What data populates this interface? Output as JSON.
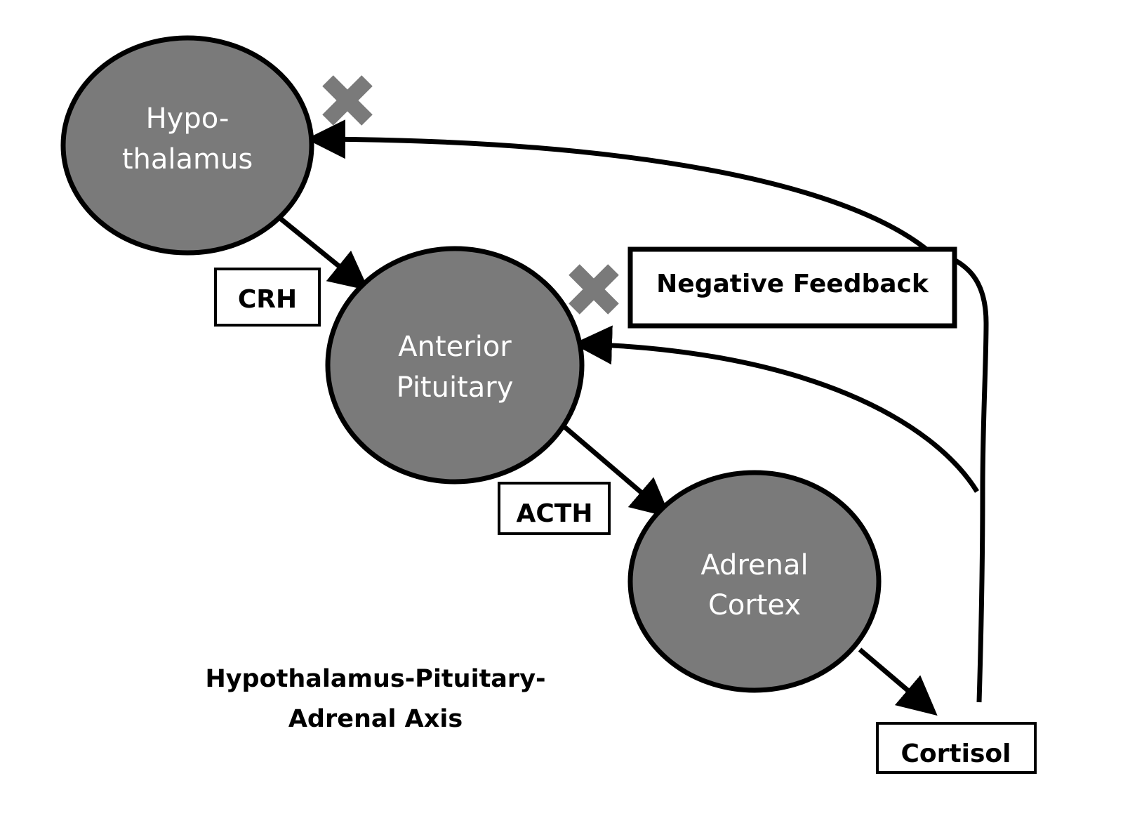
{
  "diagram": {
    "title_lines": [
      "Hypothalamus-Pituitary-",
      "Adrenal Axis"
    ],
    "colors": {
      "node_fill": "#7a7a7a",
      "node_stroke": "#000000",
      "node_text": "#ffffff",
      "x_mark": "#7a7a7a",
      "line": "#000000"
    },
    "nodes": [
      {
        "id": "hypothalamus",
        "lines": [
          "Hypo-",
          "thalamus"
        ]
      },
      {
        "id": "anterior-pituitary",
        "lines": [
          "Anterior",
          "Pituitary"
        ]
      },
      {
        "id": "adrenal-cortex",
        "lines": [
          "Adrenal",
          "Cortex"
        ]
      }
    ],
    "labels": {
      "crh": "CRH",
      "acth": "ACTH",
      "cortisol": "Cortisol",
      "negative_feedback": "Negative Feedback"
    },
    "edges": [
      {
        "from": "hypothalamus",
        "to": "anterior-pituitary",
        "label": "CRH",
        "type": "stimulates"
      },
      {
        "from": "anterior-pituitary",
        "to": "adrenal-cortex",
        "label": "ACTH",
        "type": "stimulates"
      },
      {
        "from": "adrenal-cortex",
        "to": "cortisol",
        "label": "",
        "type": "produces"
      },
      {
        "from": "cortisol",
        "to": "hypothalamus",
        "label": "Negative Feedback",
        "type": "inhibits"
      },
      {
        "from": "cortisol",
        "to": "anterior-pituitary",
        "label": "Negative Feedback",
        "type": "inhibits"
      }
    ]
  }
}
